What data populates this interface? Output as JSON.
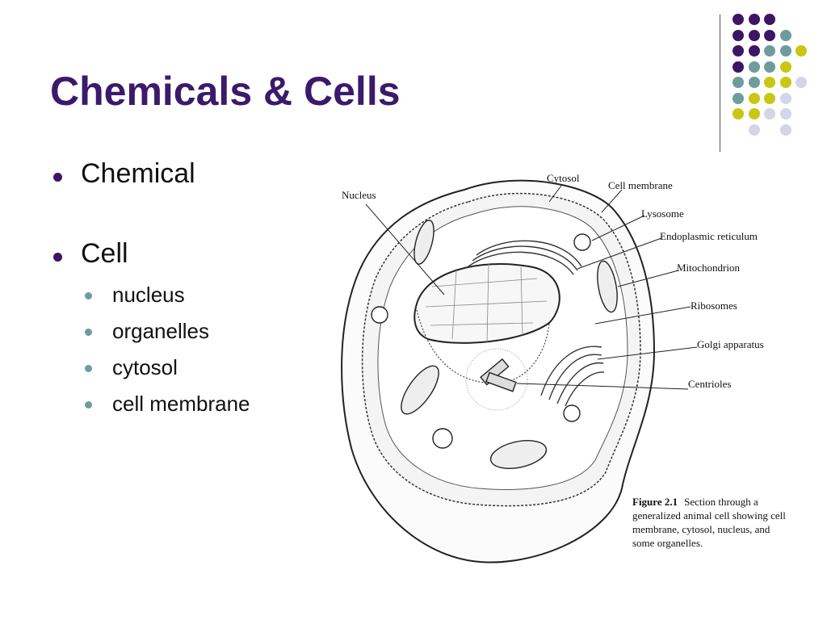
{
  "slide": {
    "title": "Chemicals & Cells",
    "bullets": [
      {
        "text": "Chemical",
        "sub": []
      },
      {
        "text": "Cell",
        "sub": [
          "nucleus",
          "organelles",
          "cytosol",
          "cell membrane"
        ]
      }
    ]
  },
  "figure": {
    "labels": {
      "nucleus": "Nucleus",
      "cytosol": "Cytosol",
      "cell_membrane": "Cell membrane",
      "lysosome": "Lysosome",
      "endoplasmic_reticulum": "Endoplasmic reticulum",
      "mitochondrion": "Mitochondrion",
      "ribosomes": "Ribosomes",
      "golgi_apparatus": "Golgi apparatus",
      "centrioles": "Centrioles"
    },
    "caption": {
      "figure_number": "Figure 2.1",
      "text": "Section through a generalized animal cell showing cell membrane, cytosol, nucleus, and some organelles."
    }
  },
  "colors": {
    "title": "#3b1a6b",
    "purple": "#3d1566",
    "teal": "#6e9c9c",
    "olive": "#c8c813",
    "lavender": "#d5d5e8",
    "divider": "#555555",
    "bullet_level1": "#3d1566",
    "bullet_level2": "#6e9c9c"
  },
  "decoration": {
    "dot_grid": [
      [
        "purple",
        "purple",
        "purple",
        null,
        null
      ],
      [
        "purple",
        "purple",
        "purple",
        "teal",
        null
      ],
      [
        "purple",
        "purple",
        "teal",
        "teal",
        "olive"
      ],
      [
        "purple",
        "teal",
        "teal",
        "olive",
        null
      ],
      [
        "teal",
        "teal",
        "olive",
        "olive",
        "lavender"
      ],
      [
        "teal",
        "olive",
        "olive",
        "lavender",
        null
      ],
      [
        "olive",
        "olive",
        "lavender",
        "lavender",
        null
      ],
      [
        null,
        "lavender",
        null,
        "lavender",
        null
      ]
    ]
  }
}
